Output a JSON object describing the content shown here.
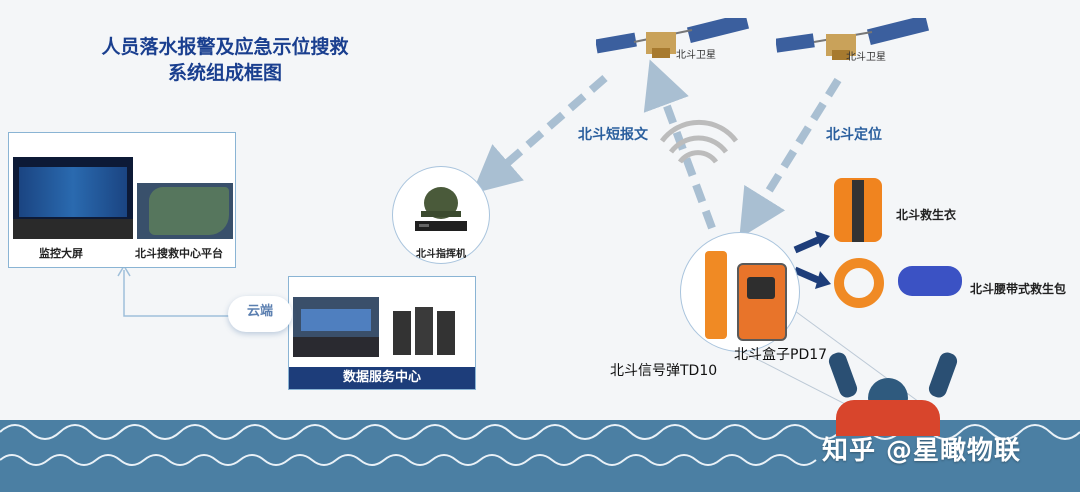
{
  "title": {
    "line1": "人员落水报警及应急示位搜救",
    "line2": "系统组成框图"
  },
  "satellites": {
    "left_label": "北斗卫星",
    "right_label": "北斗卫星"
  },
  "links": {
    "short_message": "北斗短报文",
    "positioning": "北斗定位"
  },
  "command_unit": {
    "label": "北斗指挥机"
  },
  "monitoring": {
    "screen_label": "监控大屏",
    "platform_label": "北斗搜救中心平台"
  },
  "cloud": {
    "label": "云端"
  },
  "data_center": {
    "label": "数据服务中心"
  },
  "devices": {
    "beacon_label": "北斗信号弹TD10",
    "box_label": "北斗盒子PD17"
  },
  "gear": {
    "lifejacket_label": "北斗救生衣",
    "belt_label": "北斗腰带式救生包"
  },
  "watermark": {
    "text": "知乎 @星瞰物联"
  },
  "colors": {
    "title": "#1a3f8f",
    "arrow": "#a9bfd2",
    "dark_arrow": "#1d3d7a",
    "navy": "#1d3d7a",
    "sea": "#4b7fa3",
    "orange": "#f08a24",
    "link_text": "#2a5f9e"
  }
}
